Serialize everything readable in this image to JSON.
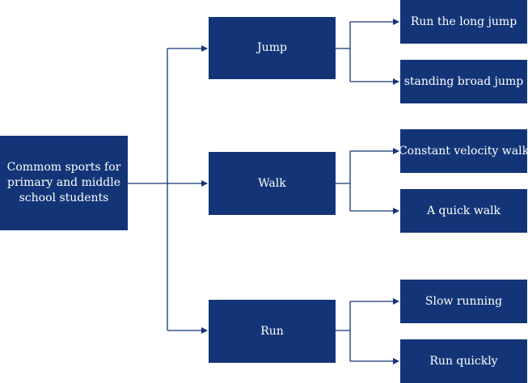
{
  "diagram": {
    "root": {
      "label": "Commom sports for primary and middle school students"
    },
    "categories": [
      {
        "label": "Jump",
        "children": [
          "Run the long jump",
          "standing broad jump"
        ]
      },
      {
        "label": "Walk",
        "children": [
          "Constant velocity walk",
          "A quick walk"
        ]
      },
      {
        "label": "Run",
        "children": [
          "Slow running",
          "Run quickly"
        ]
      }
    ],
    "colors": {
      "node_fill": "#133577",
      "node_text": "#ffffff",
      "connector": "#133577"
    }
  }
}
